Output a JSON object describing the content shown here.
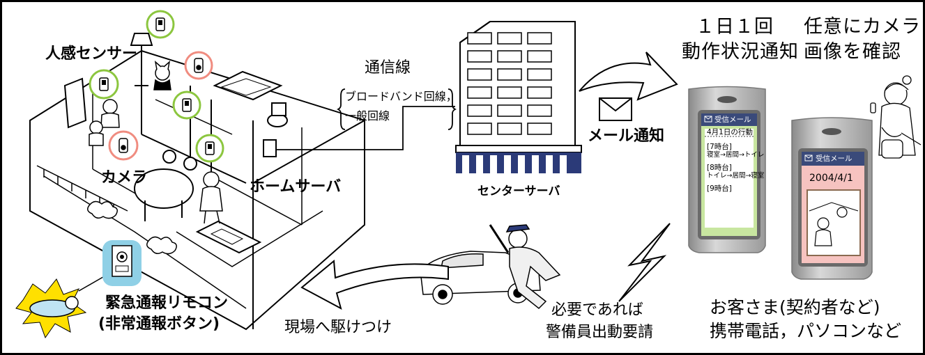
{
  "labels": {
    "motion_sensor": "人感センサー",
    "camera": "カメラ",
    "home_server": "ホームサーバ",
    "comm_line": "通信線",
    "broadband_1": "ブロードバンド回線，",
    "broadband_2": "一般回線",
    "center_server": "センターサーバ",
    "mail_notice": "メール通知",
    "daily_1": "１日１回",
    "daily_2": "動作状況通知",
    "camera_view_1": "任意にカメラ",
    "camera_view_2": "画像を確認",
    "emergency_1": "緊急通報リモコン",
    "emergency_2": "(非常通報ボタン)",
    "dispatch": "現場へ駆けつけ",
    "guard_1": "必要であれば",
    "guard_2": "警備員出動要請",
    "customer_1": "お客さま(契約者など)",
    "customer_2": "携帯電話，パソコンなど"
  },
  "phone1": {
    "header": "受信メール",
    "title": "4月1日の行動",
    "lines": [
      "[7時台]",
      "寝室→居間→トイレ",
      "[8時台]",
      "トイレ→居間→寝室",
      "[9時台]"
    ]
  },
  "phone2": {
    "header": "受信メール",
    "date": "2004/4/1"
  },
  "colors": {
    "sensor_ring": "#8cc63f",
    "camera_ring": "#f08c80",
    "screen_green": "#c8e6a0",
    "screen_pink": "#f6c3c0",
    "phone_header": "#3a4a7a",
    "phone_body": "#b9b9b9"
  }
}
